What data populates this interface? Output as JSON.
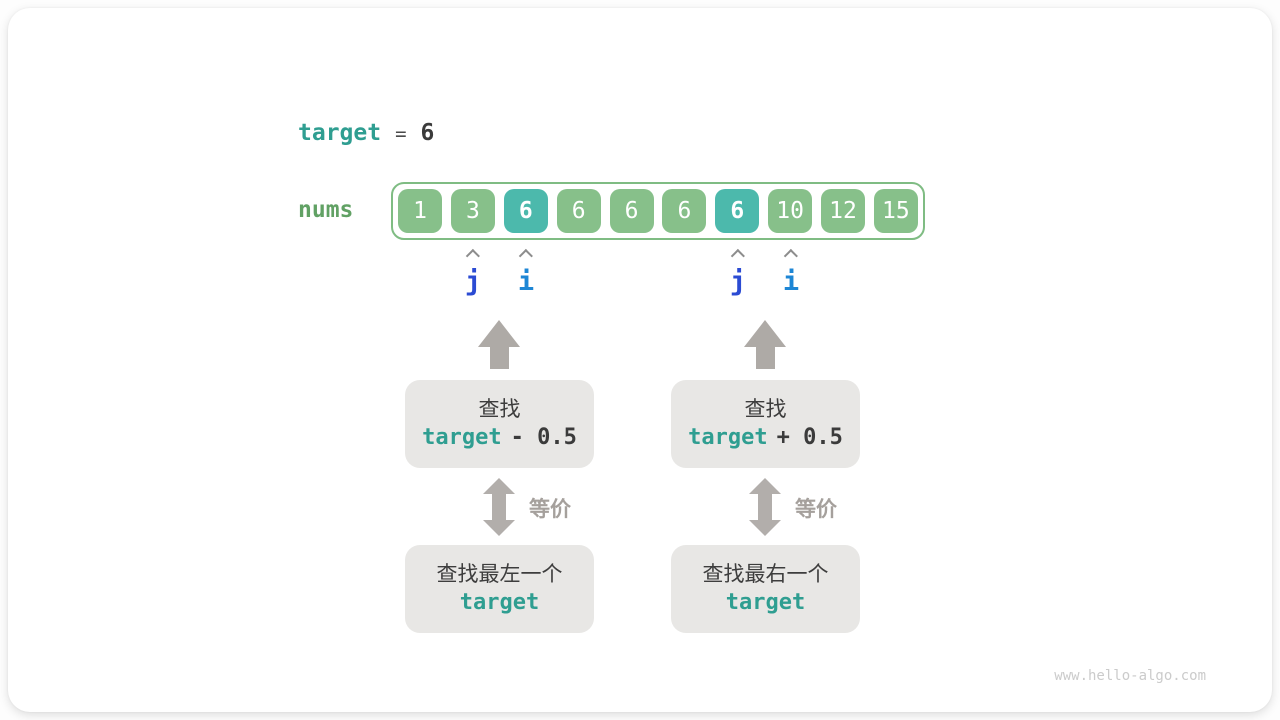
{
  "colors": {
    "teal_accent": "#2f9e91",
    "nums_label_green": "#61a164",
    "cell_green": "#87c08a",
    "cell_highlight_teal": "#4cb9ac",
    "array_border_green": "#7fbc83",
    "pointer_j_blue": "#2b4bd3",
    "pointer_i_blue": "#1d86d5",
    "arrow_gray": "#aeaaa6",
    "box_gray": "#e8e7e5",
    "text_dark": "#3b3b3b",
    "equiv_text_gray": "#a5a09c",
    "watermark_gray": "#cbcbcb"
  },
  "target_line": {
    "variable": "target",
    "equals": "=",
    "value": "6"
  },
  "array": {
    "label": "nums",
    "values": [
      "1",
      "3",
      "6",
      "6",
      "6",
      "6",
      "6",
      "10",
      "12",
      "15"
    ],
    "highlighted_indices": [
      2,
      6
    ]
  },
  "pointers": {
    "left_j": "j",
    "left_i": "i",
    "right_j": "j",
    "right_i": "i"
  },
  "left_flow": {
    "search_box": {
      "line1": "查找",
      "code_var": "target",
      "code_op": "- 0.5"
    },
    "equiv_label": "等价",
    "result_box": {
      "line1": "查找最左一个",
      "code": "target"
    }
  },
  "right_flow": {
    "search_box": {
      "line1": "查找",
      "code_var": "target",
      "code_op": "+ 0.5"
    },
    "equiv_label": "等价",
    "result_box": {
      "line1": "查找最右一个",
      "code": "target"
    }
  },
  "watermark": "www.hello-algo.com"
}
